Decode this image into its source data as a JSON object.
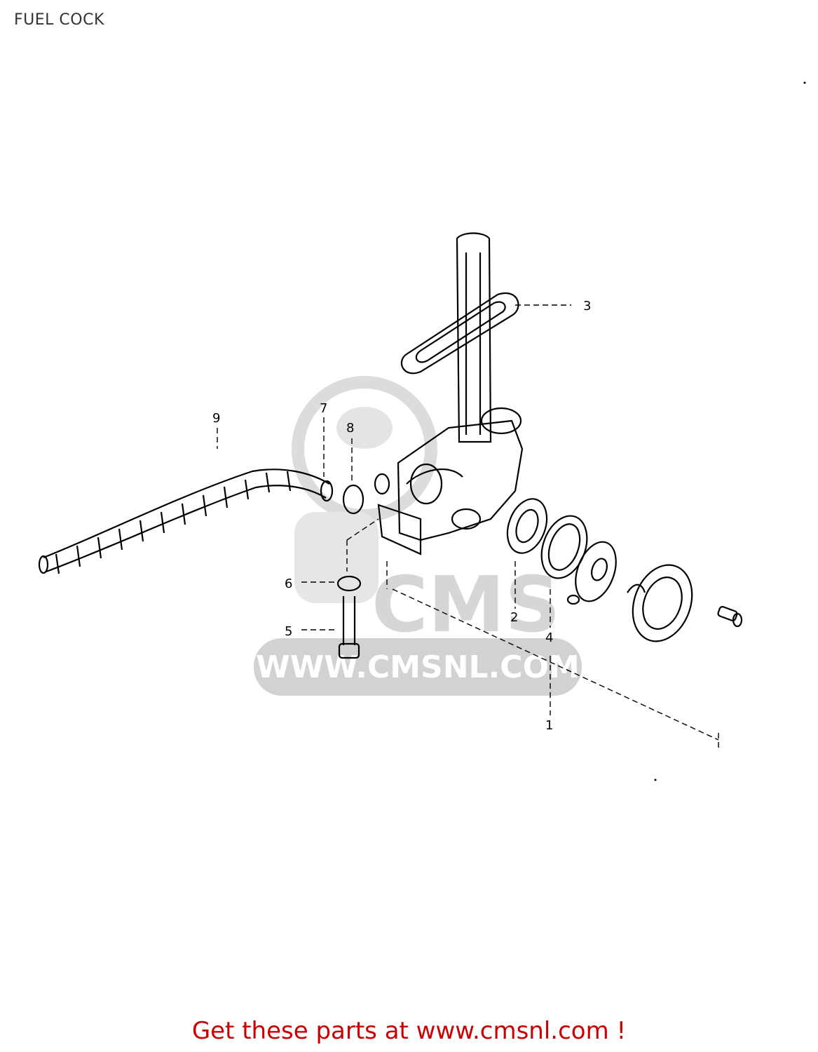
{
  "page": {
    "title": "FUEL COCK",
    "footer": "Get these parts at www.cmsnl.com !"
  },
  "watermark": {
    "brand": "CMS",
    "url": "WWW.CMSNL.COM"
  },
  "callouts": [
    {
      "id": "1",
      "label": "1"
    },
    {
      "id": "2",
      "label": "2"
    },
    {
      "id": "3",
      "label": "3"
    },
    {
      "id": "4",
      "label": "4"
    },
    {
      "id": "5",
      "label": "5"
    },
    {
      "id": "6",
      "label": "6"
    },
    {
      "id": "7",
      "label": "7"
    },
    {
      "id": "8",
      "label": "8"
    },
    {
      "id": "9",
      "label": "9"
    }
  ],
  "colors": {
    "footer": "#cc0000",
    "watermark": "#d8d8d8",
    "line": "#000000"
  }
}
